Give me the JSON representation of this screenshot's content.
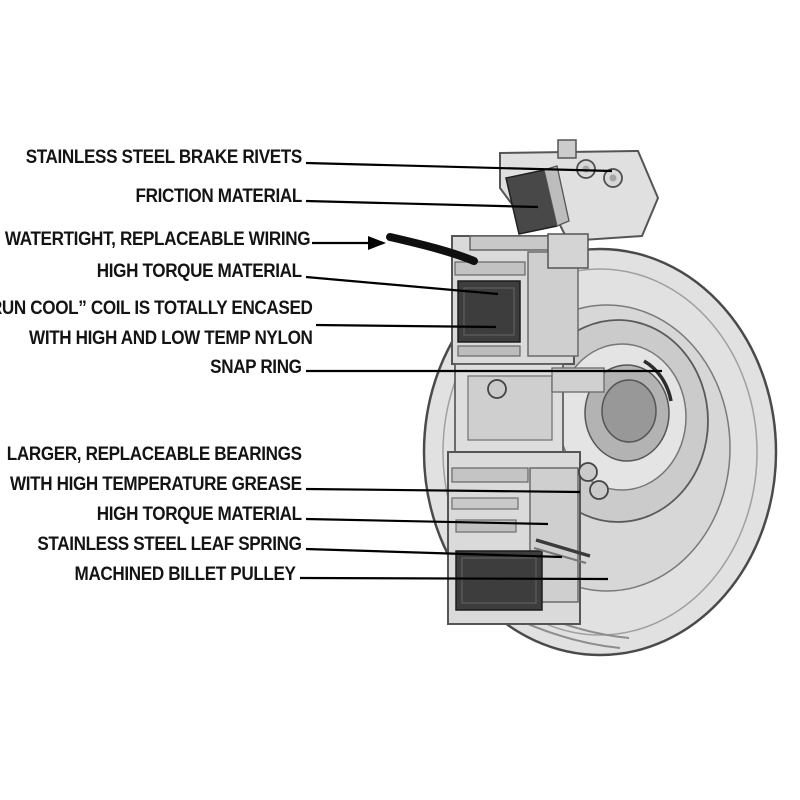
{
  "diagram": {
    "colors": {
      "background": "#ffffff",
      "label_text": "#141414",
      "leader_line": "#000000",
      "coil_block": "#3d3d3d",
      "metal_light": "#e1e1e1",
      "metal_mid": "#cfcfcf",
      "outline": "#555555"
    },
    "callouts": [
      {
        "id": "brake-rivets",
        "text": "STAINLESS STEEL BRAKE RIVETS"
      },
      {
        "id": "friction-material",
        "text": "FRICTION MATERIAL"
      },
      {
        "id": "wiring",
        "text": "WATERTIGHT, REPLACEABLE WIRING"
      },
      {
        "id": "high-torque-upper",
        "text": "HIGH TORQUE MATERIAL"
      },
      {
        "id": "run-cool-coil",
        "text": "“RUN COOL” COIL IS TOTALLY ENCASED",
        "text2": "WITH HIGH AND LOW TEMP NYLON"
      },
      {
        "id": "snap-ring",
        "text": "SNAP RING"
      },
      {
        "id": "bearings",
        "text": "LARGER, REPLACEABLE BEARINGS",
        "text2": "WITH HIGH TEMPERATURE GREASE"
      },
      {
        "id": "high-torque-lower",
        "text": "HIGH TORQUE MATERIAL"
      },
      {
        "id": "leaf-spring",
        "text": "STAINLESS STEEL LEAF SPRING"
      },
      {
        "id": "billet-pulley",
        "text": "MACHINED BILLET PULLEY"
      }
    ]
  }
}
